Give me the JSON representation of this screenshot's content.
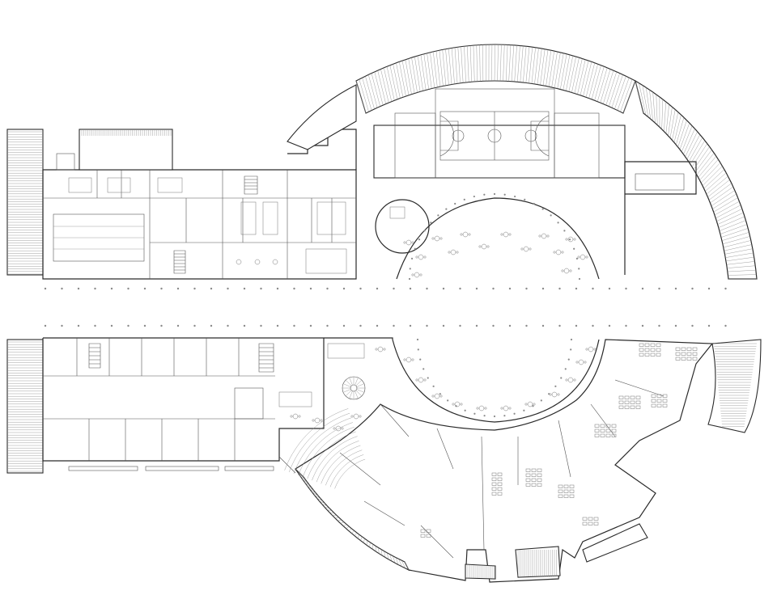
{
  "drawing": {
    "type": "architectural floor plan",
    "line_color": "#2a2a2a",
    "background": "#ffffff"
  },
  "levels": [
    {
      "name": "upper-plan",
      "elements": [
        "bleacher-block-west",
        "classroom-wing",
        "pool-hall",
        "stair-core",
        "gymnasium",
        "basketball-court",
        "round-lounge",
        "circular-courtyard",
        "arc-roof-bleachers"
      ]
    },
    {
      "name": "lower-plan",
      "elements": [
        "bleacher-block-west",
        "classroom-wing",
        "lobby",
        "spiral-stair",
        "circular-courtyard",
        "auditorium",
        "radial-wings",
        "outer-arc-bleachers"
      ]
    }
  ]
}
